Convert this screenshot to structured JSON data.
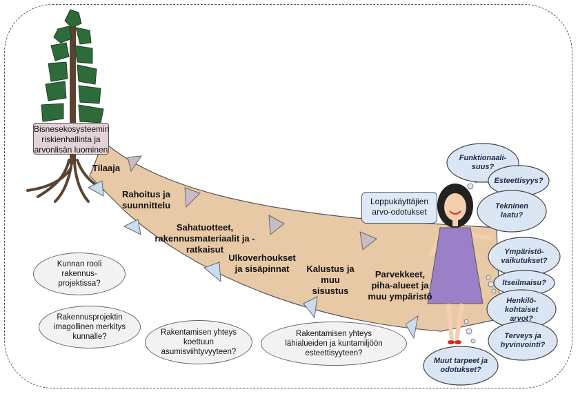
{
  "top_box": "Bisnesekosysteemin riskienhallinta ja arvonlisän luominen",
  "enduser_box": "Loppukäyttäjien arvo-odotukset",
  "path_labels": [
    "Tilaaja",
    "Rahoitus ja suunnittelu",
    "Sahatuotteet, rakennusmateriaalit ja -ratkaisut",
    "Ulkoverhoukset ja sisäpinnat",
    "Kalustus ja muu sisustus",
    "Parvekkeet, piha-alueet ja muu ympäristö"
  ],
  "questions": [
    "Kunnan rooli rakennus-projektissa?",
    "Rakennusprojektin imagollinen merkitys kunnalle?",
    "Rakentamisen yhteys koettuun asumisviihtyvyyteen?",
    "Rakentamisen yhteys lähialueiden ja kuntamiljöön esteettisyyteen?"
  ],
  "clouds": [
    "Funktionaali-suus?",
    "Esteettisyys?",
    "Tekninen laatu?",
    "Ympäristö-vaikutukset?",
    "Itseilmaisu?",
    "Henkilö-kohtaiset arvot?",
    "Terveys ja hyvinvointi?",
    "Muut tarpeet ja odotukset?"
  ],
  "colors": {
    "path_fill": "#e8c9a6",
    "path_stroke": "#555555",
    "arrow_up": "#c8bcc4",
    "arrow_down": "#c9dcf0",
    "cloud_fill": "#dbe6f4",
    "tree_green": "#2e6b3a",
    "trunk": "#5a4431",
    "dress": "#9b7fc7"
  }
}
